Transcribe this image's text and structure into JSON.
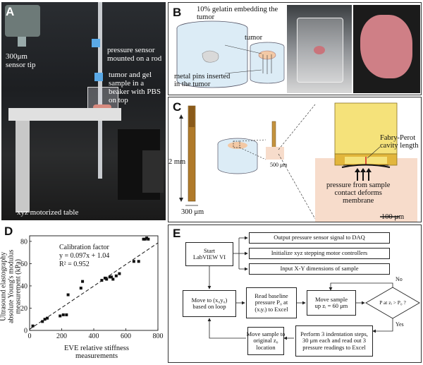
{
  "panel_A": {
    "letter": "A",
    "sensor_tip": "300μm\nsensor tip",
    "pressure_sensor": "pressure sensor\nmounted on a rod",
    "sample": "tumor and gel\nsample in a\nbeaker with PBS\non top",
    "table": "xyz motorized table"
  },
  "panel_B": {
    "letter": "B",
    "gelatin": "10% gelatin embedding the\ntumor",
    "tumor": "tumor",
    "pins": "metal pins inserted\nin the tumor"
  },
  "panel_C": {
    "letter": "C",
    "length_2mm": "2 mm",
    "width_300": "300 μm",
    "size_500": "500 μm",
    "fabry": "Fabry-Perot\ncavity length",
    "pressure": "pressure from sample\ncontact deforms\nmembrane",
    "scale_100": "100 μm"
  },
  "panel_D": {
    "letter": "D",
    "calib_title": "Calibration factor",
    "calib_eq": "y = 0.097x + 1.04",
    "calib_r2": "R² = 0.952"
  },
  "chart_data": {
    "type": "scatter",
    "xlabel": "EVE relative stiffness\nmeasurements",
    "ylabel": "Ultrasound elastography\nabsolute Young's modulus\nmeasurement (kPa)",
    "xlim": [
      0,
      800
    ],
    "ylim": [
      0,
      85
    ],
    "xticks": [
      0,
      200,
      400,
      600,
      800
    ],
    "yticks": [
      0,
      20,
      40,
      60,
      80
    ],
    "points": [
      [
        20,
        4
      ],
      [
        80,
        8
      ],
      [
        95,
        10
      ],
      [
        110,
        11
      ],
      [
        190,
        13
      ],
      [
        210,
        14
      ],
      [
        230,
        14
      ],
      [
        240,
        32
      ],
      [
        320,
        38
      ],
      [
        330,
        44
      ],
      [
        450,
        45
      ],
      [
        470,
        47
      ],
      [
        480,
        46
      ],
      [
        500,
        48
      ],
      [
        510,
        48
      ],
      [
        520,
        46
      ],
      [
        540,
        49
      ],
      [
        560,
        51
      ],
      [
        650,
        62
      ],
      [
        680,
        62
      ],
      [
        710,
        82
      ],
      [
        720,
        82
      ],
      [
        730,
        83
      ],
      [
        740,
        82
      ]
    ],
    "fit": {
      "slope": 0.097,
      "intercept": 1.04
    },
    "grid": false
  },
  "panel_E": {
    "letter": "E",
    "start": "Start\nLabVIEW VI",
    "out_signal": "Output pressure sensor signal to DAQ",
    "init_xyz": "Initialize xyz stepping motor controllers",
    "input_xy": "Input X-Y dimensions of sample",
    "move_to": "Move to (x₀y₀)\nbased on loop",
    "read_base": "Read baseline\npressure P₀ at\n(xᵢyᵢ) to Excel",
    "move_up": "Move sample\nup zᵢ = 60 μm",
    "decision": "P at zᵢ > P₀ ?",
    "no": "No",
    "yes": "Yes",
    "move_orig": "Move sample to\noriginal z₀\nlocation",
    "perform": "Perform 3 indentation steps,\n30 μm each and read out 3\npressure readings to Excel"
  }
}
